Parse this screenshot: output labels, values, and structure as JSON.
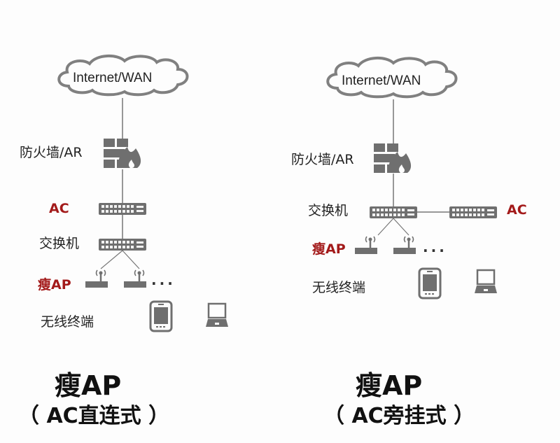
{
  "colors": {
    "device": "#6f6f6f",
    "line": "#777777",
    "accent_red": "#a31a1a",
    "text": "#222222",
    "background": "#fdfdfd"
  },
  "left": {
    "cloud_label": "Internet/WAN",
    "firewall_label": "防火墙/AR",
    "ac_label": "AC",
    "switch_label": "交换机",
    "ap_label": "瘦AP",
    "ap_more": "···",
    "terminal_label": "无线终端",
    "title": "瘦AP",
    "subtitle": "（ AC直连式 ）",
    "icons": [
      "cloud-icon",
      "firewall-icon",
      "ac-switch-icon",
      "switch-icon",
      "ap-icon",
      "ap-icon",
      "phone-icon",
      "laptop-icon"
    ]
  },
  "right": {
    "cloud_label": "Internet/WAN",
    "firewall_label": "防火墙/AR",
    "switch_label": "交换机",
    "ac_label": "AC",
    "ap_label": "瘦AP",
    "ap_more": "···",
    "terminal_label": "无线终端",
    "title": "瘦AP",
    "subtitle": "（ AC旁挂式 ）",
    "icons": [
      "cloud-icon",
      "firewall-icon",
      "switch-icon",
      "ac-switch-icon",
      "ap-icon",
      "ap-icon",
      "phone-icon",
      "laptop-icon"
    ]
  }
}
